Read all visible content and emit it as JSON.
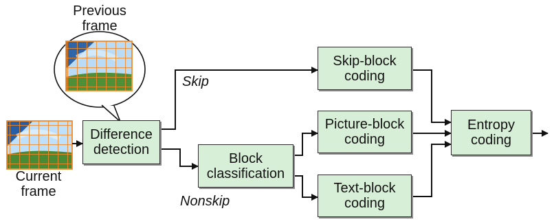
{
  "labels": {
    "previous_frame_line1": "Previous",
    "previous_frame_line2": "frame",
    "current_frame_line1": "Current",
    "current_frame_line2": "frame",
    "skip": "Skip",
    "nonskip": "Nonskip"
  },
  "boxes": {
    "difference_detection": [
      "Difference",
      "detection"
    ],
    "block_classification": [
      "Block",
      "classification"
    ],
    "skip_block_coding": [
      "Skip-block",
      "coding"
    ],
    "picture_block_coding": [
      "Picture-block",
      "coding"
    ],
    "text_block_coding": [
      "Text-block",
      "coding"
    ],
    "entropy_coding": [
      "Entropy",
      "coding"
    ]
  },
  "colors": {
    "box_fill": "#d8efd7",
    "line": "#111111",
    "grid_orange": "#f08a2a",
    "sky_blue": "#5d9fe0",
    "sky_light": "#b7d9f6",
    "dark_blue": "#2b5b9a",
    "grass_green": "#4e8f3a"
  }
}
